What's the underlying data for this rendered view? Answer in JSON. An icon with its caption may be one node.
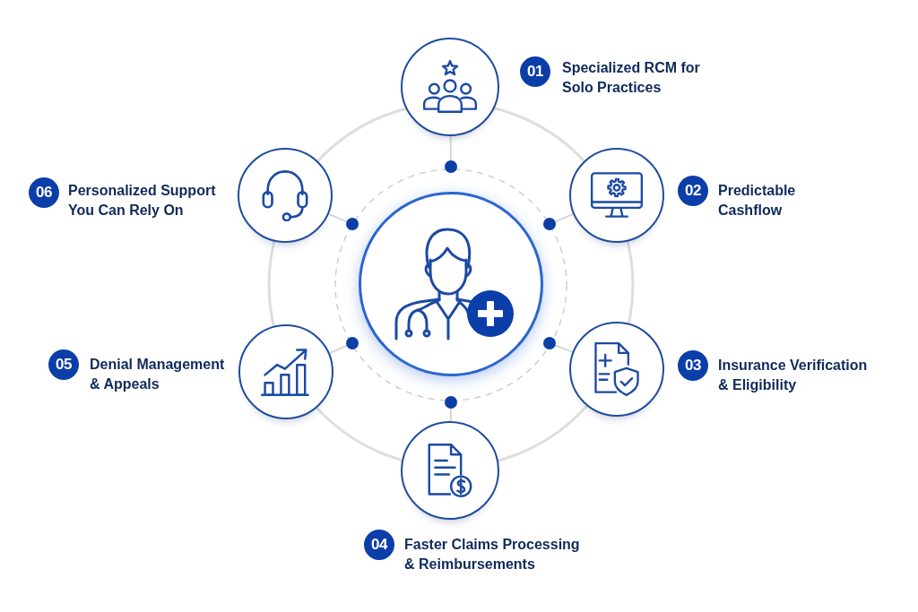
{
  "diagram": {
    "nodes": [
      {
        "text": [],
        "shape": "circle",
        "beside": [
          "01",
          "Specialized RCM for Solo Practices"
        ]
      },
      {
        "text": [],
        "shape": "circle",
        "beside": [
          "02",
          "Predictable Cashflow"
        ]
      },
      {
        "text": [],
        "shape": "circle",
        "beside": [
          "03",
          "Insurance Verification & Eligibility"
        ]
      },
      {
        "text": [],
        "shape": "circle",
        "beside": [
          "04",
          "Faster Claims Processing & Reimbursements"
        ]
      },
      {
        "text": [],
        "shape": "circle",
        "beside": [
          "05",
          "Denial Management & Appeals"
        ]
      },
      {
        "text": [],
        "shape": "circle",
        "beside": [
          "06",
          "Personalized Support You Can Rely On"
        ]
      },
      {
        "text": [],
        "shape": "circle"
      },
      {
        "text": [],
        "shape": "circle"
      },
      {
        "text": [],
        "shape": "circle"
      },
      {
        "text": [],
        "shape": "circle"
      },
      {
        "text": [],
        "shape": "circle"
      },
      {
        "text": [],
        "shape": "circle"
      },
      {
        "text": [],
        "shape": "circle"
      }
    ],
    "edges": [
      {
        "from": 0,
        "to": 7,
        "arrow": "none"
      },
      {
        "from": 1,
        "to": 8,
        "arrow": "none"
      },
      {
        "from": 2,
        "to": 9,
        "arrow": "none"
      },
      {
        "from": 3,
        "to": 10,
        "arrow": "none"
      },
      {
        "from": 4,
        "to": 11,
        "arrow": "none"
      },
      {
        "from": 5,
        "to": 12,
        "arrow": "none"
      }
    ]
  }
}
